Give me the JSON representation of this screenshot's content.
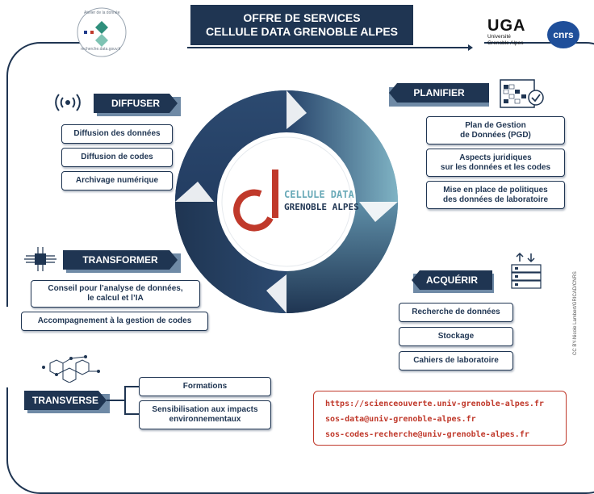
{
  "title": {
    "line1": "OFFRE DE SERVICES",
    "line2": "CELLULE DATA GRENOBLE ALPES"
  },
  "badge": {
    "arc_top": "Atelier de la donnée",
    "arc_bottom": "recherche.data.gouv.fr"
  },
  "uga": {
    "logo": "UGA",
    "line1": "Université",
    "line2": "Grenoble Alpes"
  },
  "cnrs": {
    "logo": "cnrs"
  },
  "center": {
    "line1": "CELLULE DATA",
    "line2": "GRENOBLE ALPES"
  },
  "diffuser": {
    "header": "DIFFUSER",
    "items": [
      "Diffusion des données",
      "Diffusion de codes",
      "Archivage numérique"
    ]
  },
  "planifier": {
    "header": "PLANIFIER",
    "items": [
      {
        "l1": "Plan de Gestion",
        "l2": "de Données (PGD)"
      },
      {
        "l1": "Aspects juridiques",
        "l2": "sur les données et les codes"
      },
      {
        "l1": "Mise en place de politiques",
        "l2": "des données de laboratoire"
      }
    ]
  },
  "transformer": {
    "header": "TRANSFORMER",
    "items": [
      {
        "l1": "Conseil pour l’analyse de données,",
        "l2": "le calcul et l’IA"
      },
      {
        "l1": "Accompagnement à la gestion de codes",
        "l2": ""
      }
    ]
  },
  "acquerir": {
    "header": "ACQUÉRIR",
    "items": [
      "Recherche de données",
      "Stockage",
      "Cahiers de laboratoire"
    ]
  },
  "transverse": {
    "header": "TRANSVERSE",
    "items": [
      {
        "l1": "Formations",
        "l2": ""
      },
      {
        "l1": "Sensibilisation aux impacts",
        "l2": "environnementaux"
      }
    ]
  },
  "links": [
    "https://scienceouverte.univ-grenoble-alpes.fr",
    "sos-data@univ-grenoble-alpes.fr",
    "sos-codes-recherche@univ-grenoble-alpes.fr"
  ],
  "credit": "CC BY-Nicole Lambert/GRICAD/CNRS",
  "colors": {
    "navy": "#1f3552",
    "accent_red": "#c0392b",
    "ring_light": "#7fb3c4"
  }
}
